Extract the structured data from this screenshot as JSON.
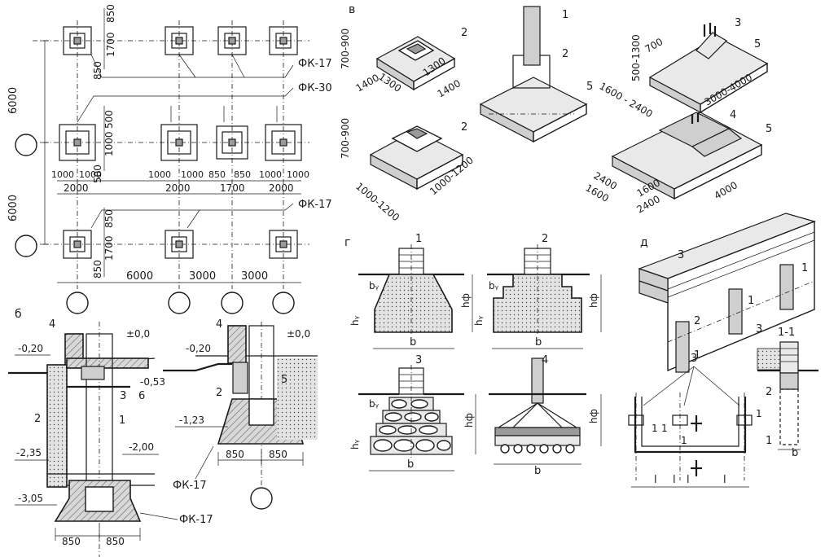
{
  "plan": {
    "dims_top": [
      "850",
      "1700",
      "850"
    ],
    "dims_mid_vert": [
      "500",
      "1000",
      "500"
    ],
    "dims_mid_row": [
      "1000",
      "1000",
      "1000",
      "1000",
      "850",
      "850",
      "1000",
      "1000"
    ],
    "dims_mid_row2": [
      "2000",
      "2000",
      "1700",
      "2000"
    ],
    "dims_bottom_vert": [
      "850",
      "1700",
      "850"
    ],
    "dims_bottom_row": [
      "6000",
      "3000",
      "3000"
    ],
    "span_left": [
      "6000",
      "6000"
    ],
    "labels": [
      "ФК-17",
      "ФК-30",
      "ФК-17"
    ]
  },
  "section_b": {
    "letter": "б",
    "levels_left": [
      "-0,20",
      "±0,0",
      "-0,53",
      "-2,35",
      "-2,00",
      "-3,05"
    ],
    "levels_right": [
      "-0,20",
      "±0,0",
      "-1,23"
    ],
    "callouts_left": [
      "4",
      "3",
      "6",
      "2",
      "1"
    ],
    "callouts_right": [
      "4",
      "2",
      "5"
    ],
    "dims_left": [
      "850",
      "850"
    ],
    "dims_right": [
      "850",
      "850"
    ],
    "labels": [
      "ФК-17",
      "ФК-17"
    ]
  },
  "section_v": {
    "letter": "в",
    "dims_a": [
      "700-900",
      "1300",
      "1300",
      "1400",
      "1400"
    ],
    "dims_b": [
      "700-900",
      "1000-1200",
      "1000-1200"
    ],
    "dims_c": [
      "500-1300",
      "700",
      "1600 - 2400",
      "3000-4000"
    ],
    "dims_d": [
      "2400",
      "1600",
      "1600",
      "2400",
      "4000"
    ],
    "callouts": [
      "2",
      "2",
      "1",
      "2",
      "5",
      "3",
      "5",
      "4",
      "5"
    ]
  },
  "section_g": {
    "letter": "г",
    "callouts": [
      "1",
      "2",
      "3",
      "4"
    ],
    "sym_bu": "bᵧ",
    "sym_hu": "hᵧ",
    "sym_hf": "hф",
    "sym_b": "b"
  },
  "section_d": {
    "letter": "д",
    "callouts_top": [
      "3",
      "1",
      "1",
      "2",
      "1"
    ],
    "callouts_plan": [
      "3",
      "1",
      "1",
      "1",
      "1"
    ],
    "plan_dims": [
      "l",
      "l",
      "l",
      "l"
    ],
    "section_label": "1-1",
    "section_callouts": [
      "3",
      "2",
      "1"
    ],
    "section_dim": "b"
  }
}
